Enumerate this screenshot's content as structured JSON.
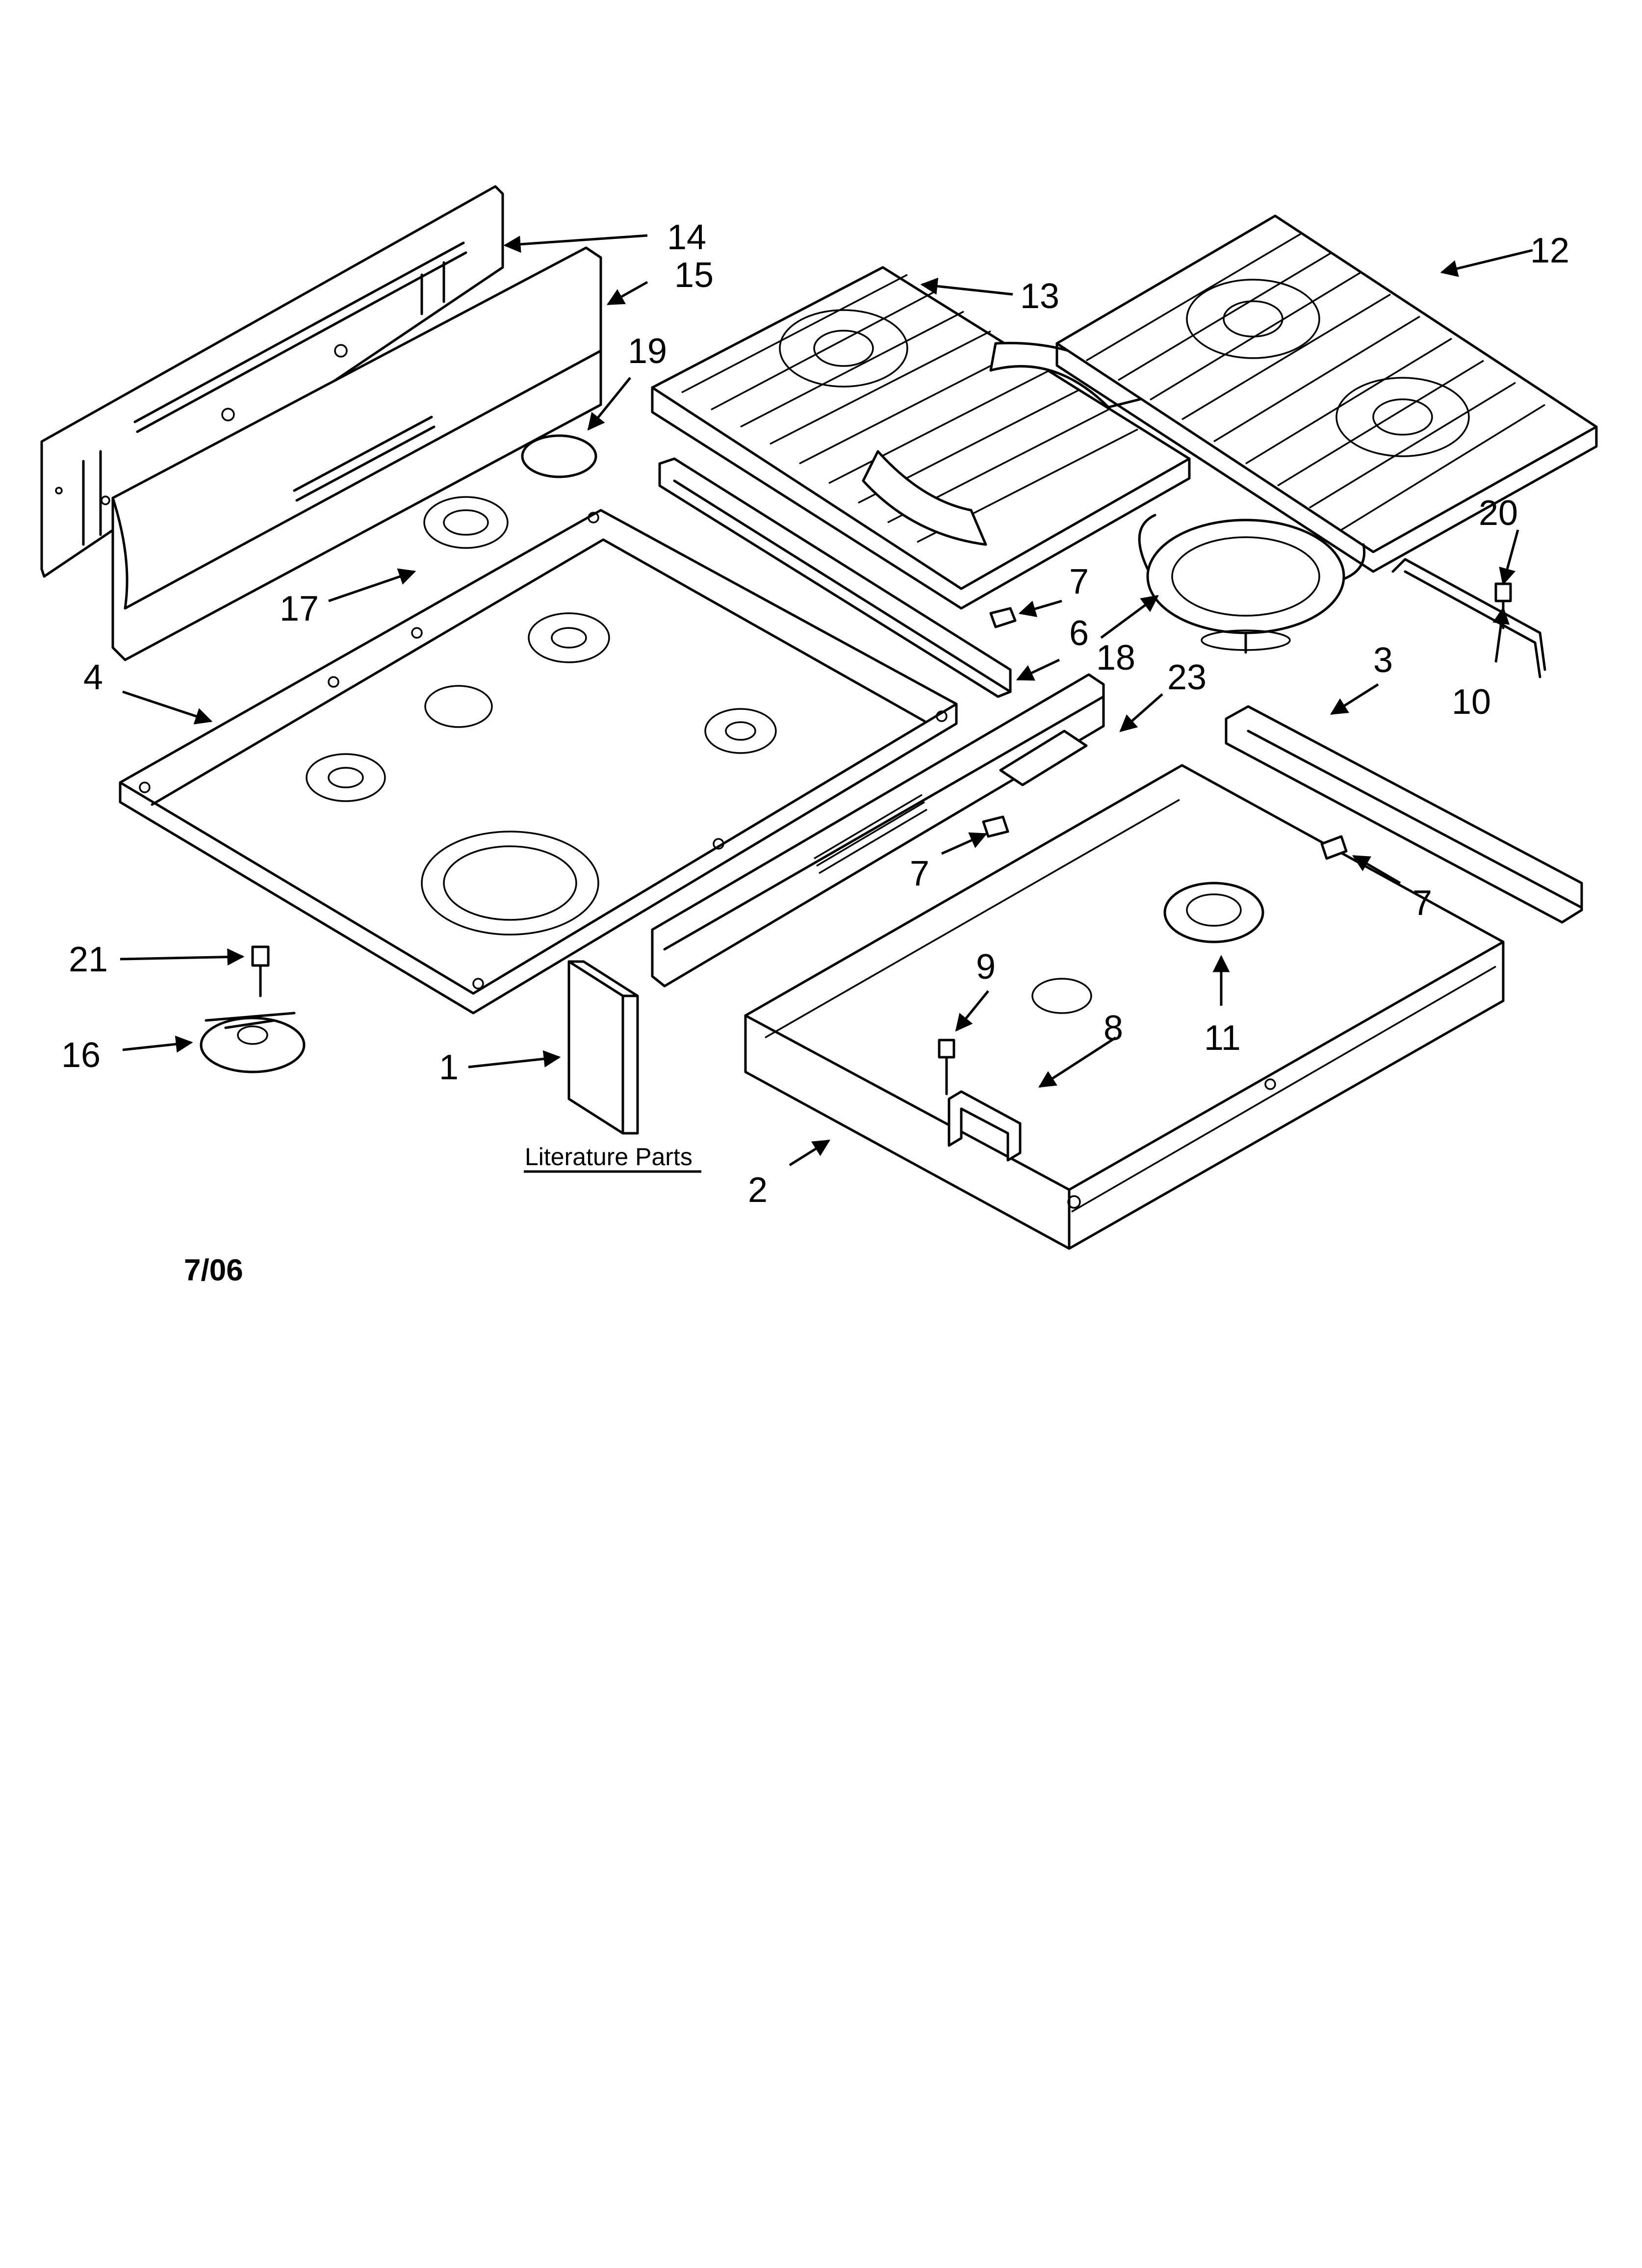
{
  "callouts": [
    {
      "id": "1",
      "text": "1"
    },
    {
      "id": "2",
      "text": "2"
    },
    {
      "id": "3",
      "text": "3"
    },
    {
      "id": "4",
      "text": "4"
    },
    {
      "id": "6",
      "text": "6"
    },
    {
      "id": "7a",
      "text": "7"
    },
    {
      "id": "7b",
      "text": "7"
    },
    {
      "id": "7c",
      "text": "7"
    },
    {
      "id": "8",
      "text": "8"
    },
    {
      "id": "9",
      "text": "9"
    },
    {
      "id": "10",
      "text": "10"
    },
    {
      "id": "11",
      "text": "11"
    },
    {
      "id": "12",
      "text": "12"
    },
    {
      "id": "13",
      "text": "13"
    },
    {
      "id": "14",
      "text": "14"
    },
    {
      "id": "15",
      "text": "15"
    },
    {
      "id": "16",
      "text": "16"
    },
    {
      "id": "17",
      "text": "17"
    },
    {
      "id": "18",
      "text": "18"
    },
    {
      "id": "19",
      "text": "19"
    },
    {
      "id": "20",
      "text": "20"
    },
    {
      "id": "21",
      "text": "21"
    },
    {
      "id": "23",
      "text": "23"
    }
  ],
  "literature_label": "Literature Parts",
  "date_code": "7/06"
}
